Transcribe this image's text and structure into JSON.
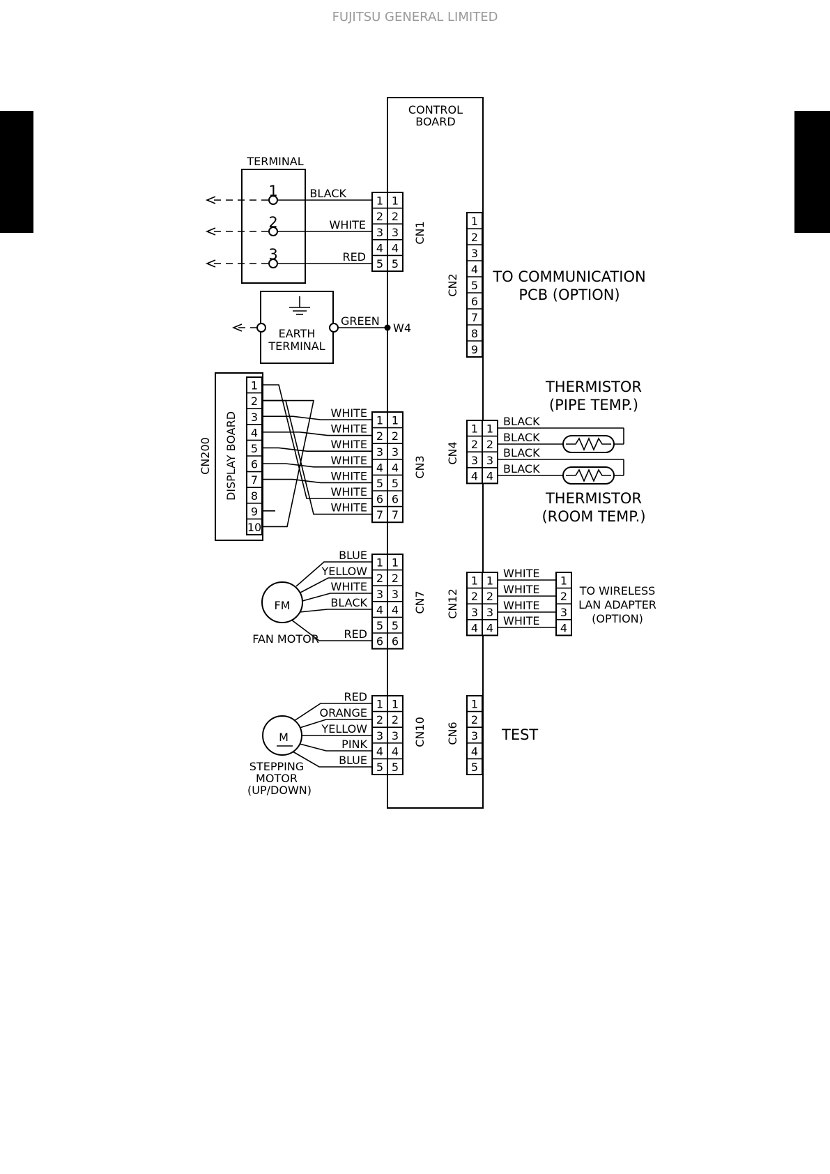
{
  "header": {
    "company": "FUJITSU GENERAL LIMITED"
  },
  "control_board": {
    "label_line1": "CONTROL",
    "label_line2": "BOARD"
  },
  "terminal": {
    "label": "TERMINAL",
    "pins": [
      "1",
      "2",
      "3"
    ],
    "wires": [
      "BLACK",
      "WHITE",
      "RED"
    ]
  },
  "cn1": {
    "label": "CN1",
    "pins": [
      "1",
      "2",
      "3",
      "4",
      "5"
    ]
  },
  "cn2": {
    "label": "CN2",
    "pins": [
      "1",
      "2",
      "3",
      "4",
      "5",
      "6",
      "7",
      "8",
      "9"
    ],
    "note_line1": "TO COMMUNICATION",
    "note_line2": "PCB (OPTION)"
  },
  "earth": {
    "label_line1": "EARTH",
    "label_line2": "TERMINAL",
    "wire": "GREEN",
    "node": "W4"
  },
  "display_board": {
    "label": "DISPLAY BOARD",
    "connector": "CN200",
    "pins": [
      "1",
      "2",
      "3",
      "4",
      "5",
      "6",
      "7",
      "8",
      "9",
      "10"
    ]
  },
  "cn3": {
    "label": "CN3",
    "pins": [
      "1",
      "2",
      "3",
      "4",
      "5",
      "6",
      "7"
    ],
    "wires": [
      "WHITE",
      "WHITE",
      "WHITE",
      "WHITE",
      "WHITE",
      "WHITE",
      "WHITE"
    ]
  },
  "cn4": {
    "label": "CN4",
    "pins": [
      "1",
      "2",
      "3",
      "4"
    ],
    "wires": [
      "BLACK",
      "BLACK",
      "BLACK",
      "BLACK"
    ],
    "thermistor_pipe_line1": "THERMISTOR",
    "thermistor_pipe_line2": "(PIPE TEMP.)",
    "thermistor_room_line1": "THERMISTOR",
    "thermistor_room_line2": "(ROOM TEMP.)"
  },
  "cn7": {
    "label": "CN7",
    "pins": [
      "1",
      "2",
      "3",
      "4",
      "5",
      "6"
    ],
    "wires": [
      "BLUE",
      "YELLOW",
      "WHITE",
      "BLACK",
      "RED"
    ],
    "motor_symbol": "FM",
    "motor_label": "FAN MOTOR"
  },
  "cn12": {
    "label": "CN12",
    "pins": [
      "1",
      "2",
      "3",
      "4"
    ],
    "wires": [
      "WHITE",
      "WHITE",
      "WHITE",
      "WHITE"
    ],
    "adapter_pins": [
      "1",
      "2",
      "3",
      "4"
    ],
    "note_line1": "TO WIRELESS",
    "note_line2": "LAN ADAPTER",
    "note_line3": "(OPTION)"
  },
  "cn10": {
    "label": "CN10",
    "pins": [
      "1",
      "2",
      "3",
      "4",
      "5"
    ],
    "wires": [
      "RED",
      "ORANGE",
      "YELLOW",
      "PINK",
      "BLUE"
    ],
    "motor_symbol": "M",
    "motor_label_line1": "STEPPING",
    "motor_label_line2": "MOTOR",
    "motor_label_line3": "(UP/DOWN)"
  },
  "cn6": {
    "label": "CN6",
    "pins": [
      "1",
      "2",
      "3",
      "4",
      "5"
    ],
    "note": "TEST"
  }
}
